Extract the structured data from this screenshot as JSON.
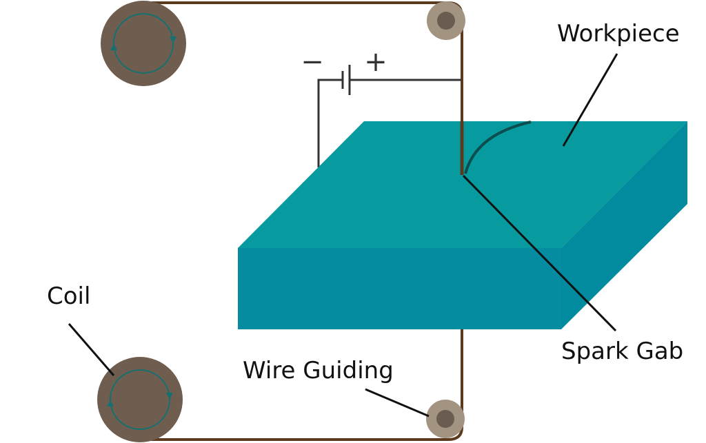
{
  "labels": {
    "workpiece": "Workpiece",
    "spark_gap": "Spark Gab",
    "coil": "Coil",
    "wire_guiding": "Wire Guiding"
  },
  "battery": {
    "negative_sign": "−",
    "positive_sign": "+"
  },
  "colors": {
    "wire": "#5b3a1e",
    "spool": "#6f5e50",
    "spool_arrow": "#17706f",
    "guide_outer": "#a39482",
    "guide_inner": "#6a5c50",
    "workpiece_top": "#079a9e",
    "workpiece_front": "#068ca0",
    "workpiece_side": "#028a9f",
    "cut_path": "#0c4e4e",
    "circuit": "#333333",
    "leader": "#111111"
  },
  "icons": {
    "coil_spools": "circular-arrow-icon",
    "wire_guides": "pulley-icon",
    "battery": "battery-cell-icon"
  }
}
